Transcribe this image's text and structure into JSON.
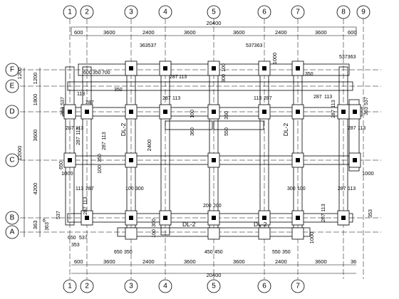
{
  "axes": {
    "columns": [
      "1",
      "2",
      "3",
      "4",
      "5",
      "6",
      "7",
      "8",
      "9"
    ],
    "rows": [
      "F",
      "E",
      "D",
      "C",
      "B",
      "A"
    ]
  },
  "dimensions": {
    "top_total": "20400",
    "top_segments": [
      "600",
      "3600",
      "2400",
      "3600",
      "3600",
      "2400",
      "3600",
      "600"
    ],
    "bottom_total": "20400",
    "bottom_segments": [
      "600",
      "3600",
      "2400",
      "3600",
      "3600",
      "2400",
      "3600",
      "36"
    ],
    "left_segments": [
      "1200",
      "1800",
      "3600",
      "4200",
      "363",
      "650"
    ],
    "left_total": "12000",
    "left_extra": "1200",
    "dl_height": "2400",
    "side_1000": "1000"
  },
  "labels": {
    "top": [
      "363537",
      "537363",
      "537363"
    ],
    "e_row": [
      "600",
      "350",
      "700",
      "350",
      "350",
      "113",
      "287",
      "287",
      "113",
      "113",
      "287"
    ],
    "mid": [
      "287",
      "113",
      "113",
      "287",
      "287",
      "113",
      "287",
      "113",
      "360",
      "100",
      "550",
      "350",
      "100",
      "350"
    ],
    "lower": [
      "113",
      "287",
      "100",
      "300",
      "300",
      "100",
      "287",
      "113",
      "200",
      "200",
      "100",
      "300",
      "650",
      "350",
      "450",
      "450",
      "550",
      "350",
      "650",
      "537",
      "353",
      "363",
      "6",
      "537",
      "537",
      "363",
      "363",
      "650",
      "353",
      "537"
    ],
    "side_dims": [
      "287",
      "113",
      "287",
      "113"
    ],
    "mid_extra": [
      "113",
      "287",
      "113",
      "287"
    ],
    "right_dims": [
      "287",
      "113",
      "300",
      "100"
    ]
  },
  "beams": {
    "dl2": "DL-2"
  }
}
